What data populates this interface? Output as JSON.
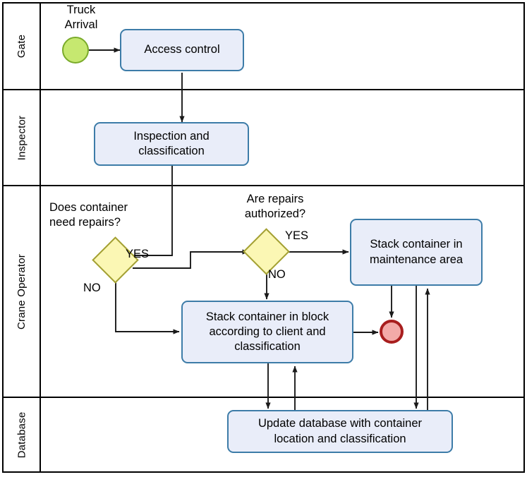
{
  "diagram": {
    "type": "bpmn-swimlane-flowchart",
    "title_visible": false
  },
  "lanes": [
    {
      "id": "gate",
      "label": "Gate"
    },
    {
      "id": "inspector",
      "label": "Inspector"
    },
    {
      "id": "crane_operator",
      "label": "Crane Operator"
    },
    {
      "id": "database",
      "label": "Database"
    }
  ],
  "events": {
    "start": {
      "name": "Truck Arrival",
      "label_line1": "Truck",
      "label_line2": "Arrival",
      "fill": "#c6e870",
      "stroke": "#7aab2a"
    },
    "end": {
      "name": "process-end",
      "fill": "#f3aaa8",
      "stroke": "#a81e1e"
    }
  },
  "tasks": [
    {
      "id": "access_control",
      "lane": "gate",
      "label": "Access control"
    },
    {
      "id": "inspection",
      "lane": "inspector",
      "label": "Inspection and\nclassification"
    },
    {
      "id": "stack_maintenance",
      "lane": "crane_operator",
      "label": "Stack container in\nmaintenance area"
    },
    {
      "id": "stack_block",
      "lane": "crane_operator",
      "label": "Stack container in block\naccording to client and\nclassification"
    },
    {
      "id": "update_database",
      "lane": "database",
      "label": "Update  database with container\nlocation and classification"
    }
  ],
  "gateways": [
    {
      "id": "needs_repairs",
      "lane": "crane_operator",
      "question": "Does container\nneed  repairs?",
      "branches": [
        "YES",
        "NO"
      ],
      "fill": "#fbf7b4",
      "stroke": "#a3a033"
    },
    {
      "id": "repairs_authorized",
      "lane": "crane_operator",
      "question": "Are repairs\nauthorized?",
      "branches": [
        "YES",
        "NO"
      ],
      "fill": "#fbf7b4",
      "stroke": "#a3a033"
    }
  ],
  "edge_labels": {
    "g1_yes": "YES",
    "g1_no": "NO",
    "g2_yes": "YES",
    "g2_no": "NO"
  },
  "colors": {
    "task_fill": "#e9edf9",
    "task_stroke": "#3d7ca8",
    "lane_border": "#000000",
    "connector": "#1a1a1a"
  }
}
